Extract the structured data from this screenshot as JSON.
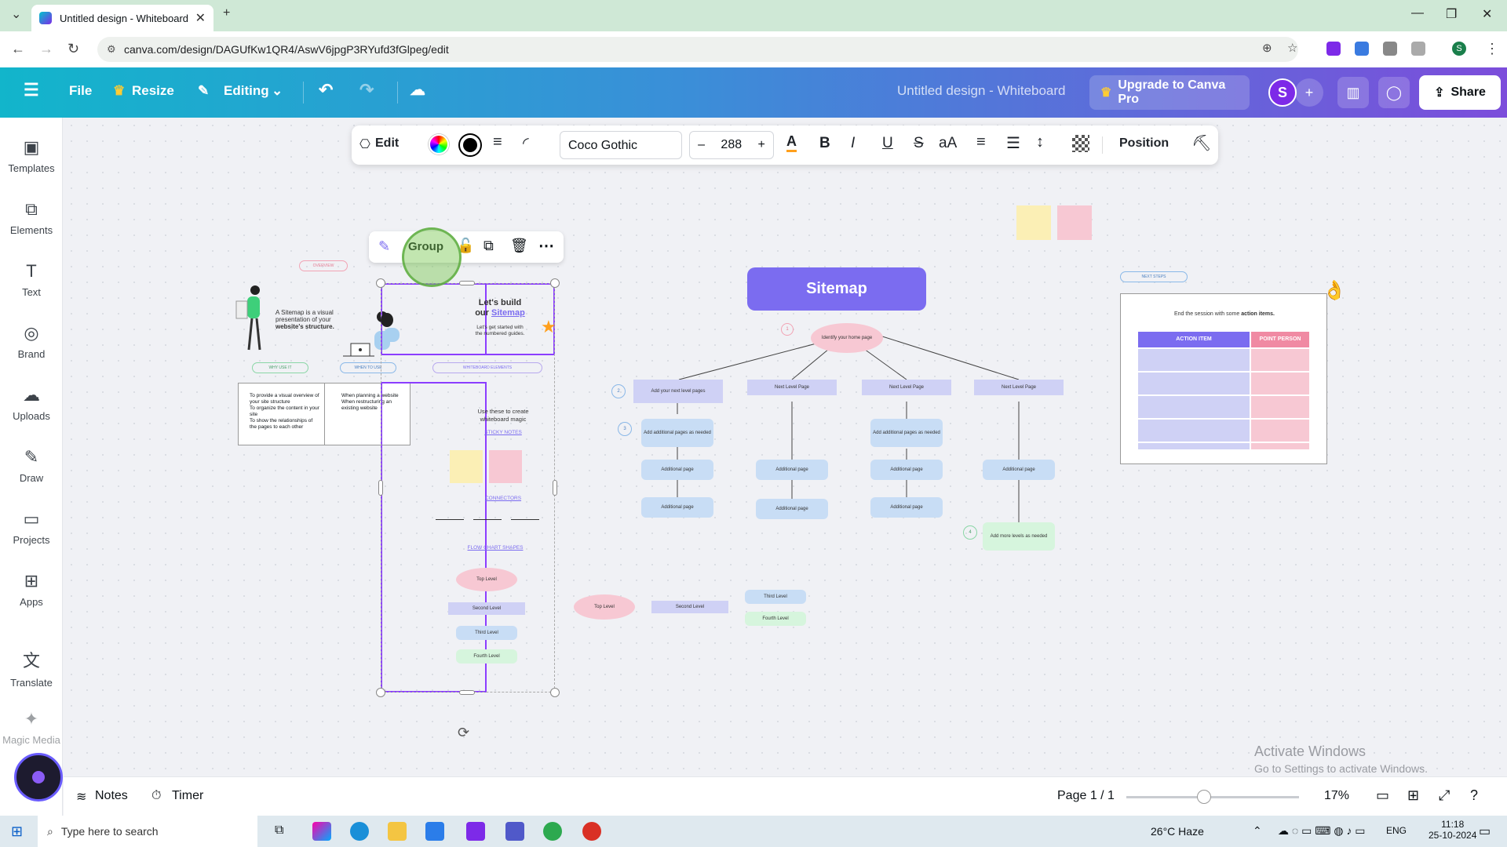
{
  "browser": {
    "tab_title": "Untitled design - Whiteboard",
    "url": "canva.com/design/DAGUfKw1QR4/AswV6jpgP3RYufd3fGlpeg/edit",
    "profile_initial": "S"
  },
  "header": {
    "file": "File",
    "resize": "Resize",
    "editing": "Editing",
    "doc_title": "Untitled design - Whiteboard",
    "upgrade": "Upgrade to Canva Pro",
    "avatar": "S",
    "share": "Share"
  },
  "rail": {
    "items": [
      "Templates",
      "Elements",
      "Text",
      "Brand",
      "Uploads",
      "Draw",
      "Projects",
      "Apps",
      "Translate",
      "Magic Media"
    ]
  },
  "toolbar": {
    "edit": "Edit",
    "font": "Coco Gothic",
    "minus": "–",
    "size": "288",
    "plus": "+",
    "bold": "B",
    "italic": "I",
    "underline": "U",
    "strike": "S",
    "case": "aA",
    "position": "Position"
  },
  "context_menu": {
    "group": "Group"
  },
  "canvas": {
    "overview": "OVERVIEW",
    "intro_line1": "A Sitemap is a visual",
    "intro_line2": "presentation of your",
    "intro_line3": "website's structure.",
    "lets_build1": "Let's build",
    "lets_build2": "our",
    "lets_build_link": "Sitemap",
    "lets_sub1": "Let's get started with",
    "lets_sub2": "the numbered guides.",
    "why": "WHY USE IT",
    "when": "WHEN TO USE",
    "elements_hdr": "WHITEBOARD ELEMENTS",
    "why_bullets": [
      "To provide a visual overview of your site structure",
      "To organize the content in your site",
      "To show the relationships of the pages to each other"
    ],
    "when_bullets": [
      "When planning a website",
      "When restructuring an existing website"
    ],
    "use_these1": "Use these to create",
    "use_these2": "whiteboard magic",
    "sticky": "STICKY NOTES",
    "connectors": "CONNECTORS",
    "flow": "FLOW CHART SHAPES",
    "top_level": "Top Level",
    "second_level": "Second Level",
    "third_level": "Third Level",
    "fourth_level": "Fourth Level",
    "sitemap_title": "Sitemap",
    "home": "Identify your home page",
    "add_next": "Add your next level pages",
    "next_level": "Next Level Page",
    "add_additional": "Add additional pages as needed",
    "additional": "Additional page",
    "add_more": "Add more levels as needed",
    "num1": "1",
    "num2": "2",
    "num3": "3",
    "num4": "4",
    "next_steps": "NEXT STEPS",
    "end_session_a": "End the session with some",
    "end_session_b": "action items.",
    "action_item": "ACTION ITEM",
    "point_person": "POINT PERSON",
    "activate": "Activate Windows",
    "activate_sub": "Go to Settings to activate Windows."
  },
  "bottom": {
    "notes": "Notes",
    "timer": "Timer",
    "page": "Page 1 / 1",
    "zoom": "17%",
    "zoom_level": 0.45
  },
  "taskbar": {
    "search": "Type here to search",
    "weather": "26°C  Haze",
    "lang": "ENG",
    "time": "11:18",
    "date": "25-10-2024"
  },
  "colors": {
    "accent": "#7d2ae8",
    "sitemap_purple": "#7b6cf0"
  }
}
